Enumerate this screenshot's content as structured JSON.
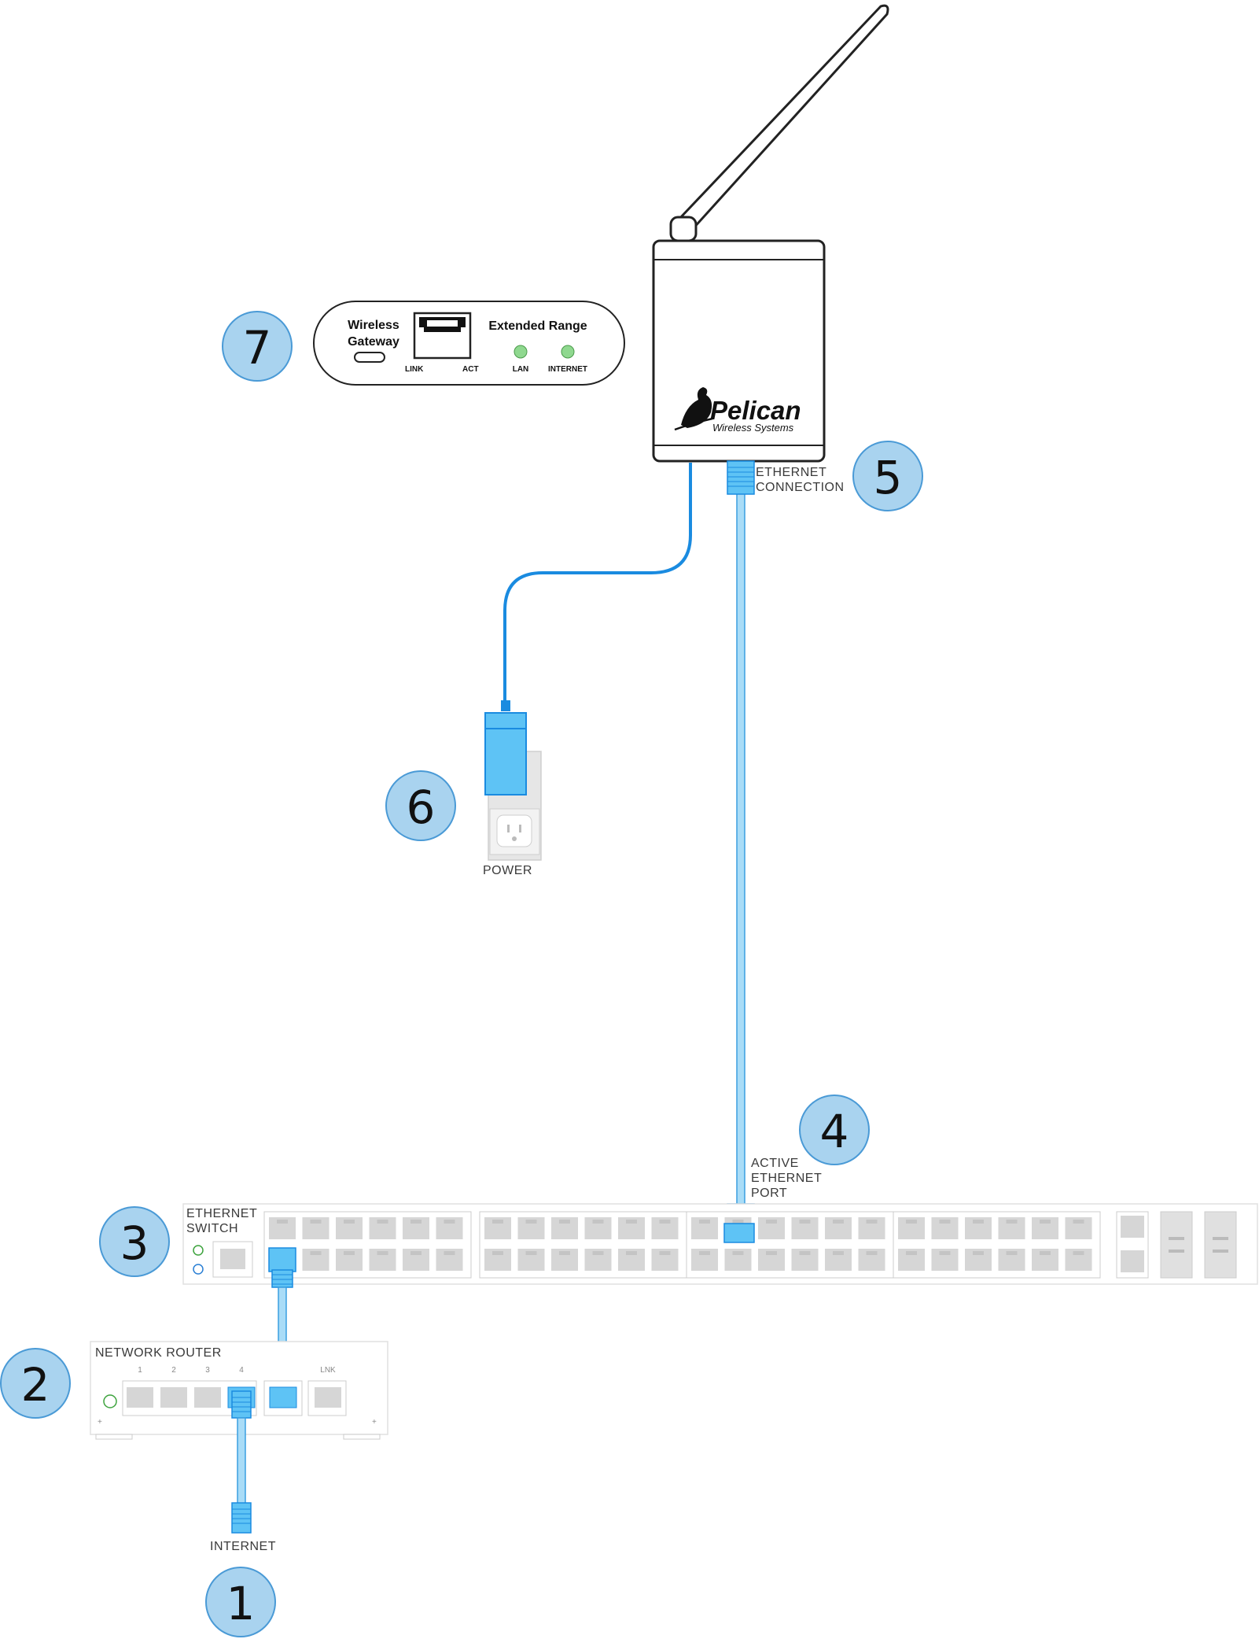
{
  "labels": {
    "ethernet_connection": [
      "ETHERNET",
      "CONNECTION"
    ],
    "power": "POWER",
    "active_ethernet_port": [
      "ACTIVE",
      "ETHERNET",
      "PORT"
    ],
    "ethernet_switch": [
      "ETHERNET",
      "SWITCH"
    ],
    "network_router": "NETWORK ROUTER",
    "internet": "INTERNET"
  },
  "router_port_numbers": [
    "1",
    "2",
    "3",
    "4",
    "LNK"
  ],
  "gateway_panel": {
    "title_line1": "Wireless",
    "title_line2": "Gateway",
    "range_title": "Extended Range",
    "link": "LINK",
    "act": "ACT",
    "lan": "LAN",
    "internet": "INTERNET"
  },
  "device_brand": {
    "name": "Pelican",
    "tagline": "Wireless Systems"
  },
  "steps": [
    "1",
    "2",
    "3",
    "4",
    "5",
    "6",
    "7"
  ],
  "colors": {
    "badge_fill": "#a9d3ef",
    "badge_stroke": "#4a9ad6",
    "cable_blue": "#1a8be0",
    "plug_blue": "#5ec3f5",
    "port_gray": "#d6d6d6",
    "led_green": "#8fd88f"
  }
}
